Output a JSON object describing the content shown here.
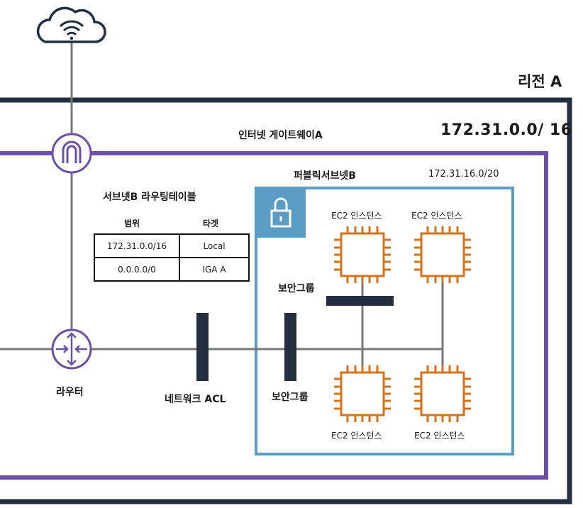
{
  "region": {
    "label": "리전 A"
  },
  "vpc": {
    "cidr": "172.31.0.0/ 16"
  },
  "internet_gateway": {
    "label": "인터넷 게이트웨이A"
  },
  "router": {
    "label": "라우터"
  },
  "network_acl": {
    "label": "네트워크 ACL"
  },
  "subnet": {
    "name": "퍼블릭서브넷B",
    "cidr": "172.31.16.0/20"
  },
  "security_group": {
    "label_top": "보안그룹",
    "label_bottom": "보안그룹"
  },
  "route_table": {
    "title": "서브넷B 라우팅테이블",
    "columns": [
      "범위",
      "타겟"
    ],
    "rows": [
      [
        "172.31.0.0/16",
        "Local"
      ],
      [
        "0.0.0.0/0",
        "IGA A"
      ]
    ]
  },
  "instances": [
    {
      "label": "EC2 인스턴스"
    },
    {
      "label": "EC2 인스턴스"
    },
    {
      "label": "EC2 인스턴스"
    },
    {
      "label": "EC2 인스턴스"
    }
  ],
  "colors": {
    "region_border": "#232f3e",
    "vpc_border": "#6b4fa8",
    "subnet_border": "#5b9cc4",
    "instance": "#d4731c",
    "line": "#777777"
  },
  "icons": [
    "cloud-wifi-icon",
    "internet-gateway-icon",
    "router-icon",
    "lock-icon",
    "ec2-chip-icon"
  ]
}
